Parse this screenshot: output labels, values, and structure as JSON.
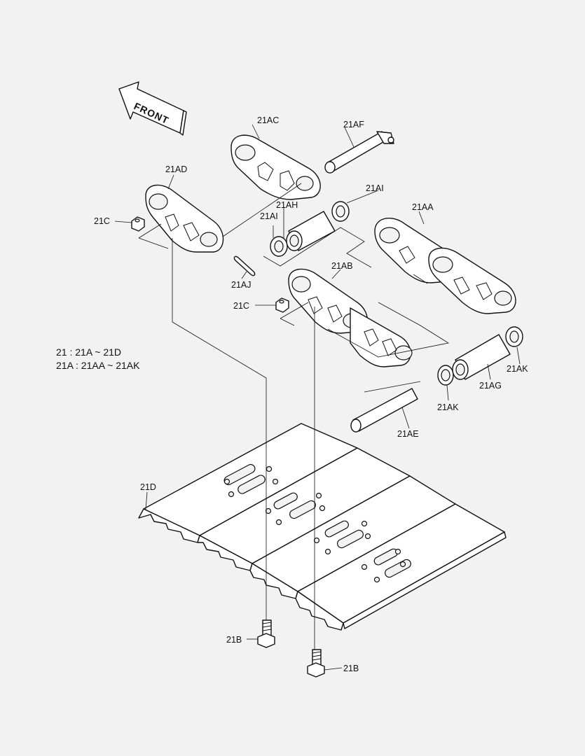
{
  "direction_label": "FRONT",
  "legend": {
    "line1": "21 : 21A ~ 21D",
    "line2": "21A : 21AA ~ 21AK"
  },
  "labels": {
    "l21AC": "21AC",
    "l21AF": "21AF",
    "l21AD": "21AD",
    "l21AI_top": "21AI",
    "l21AH": "21AH",
    "l21AI_left": "21AI",
    "l21AA": "21AA",
    "l21C_top": "21C",
    "l21AJ": "21AJ",
    "l21AB": "21AB",
    "l21C_mid": "21C",
    "l21AK_right": "21AK",
    "l21AG": "21AG",
    "l21AK_left": "21AK",
    "l21AE": "21AE",
    "l21D": "21D",
    "l21B_left": "21B",
    "l21B_right": "21B"
  }
}
